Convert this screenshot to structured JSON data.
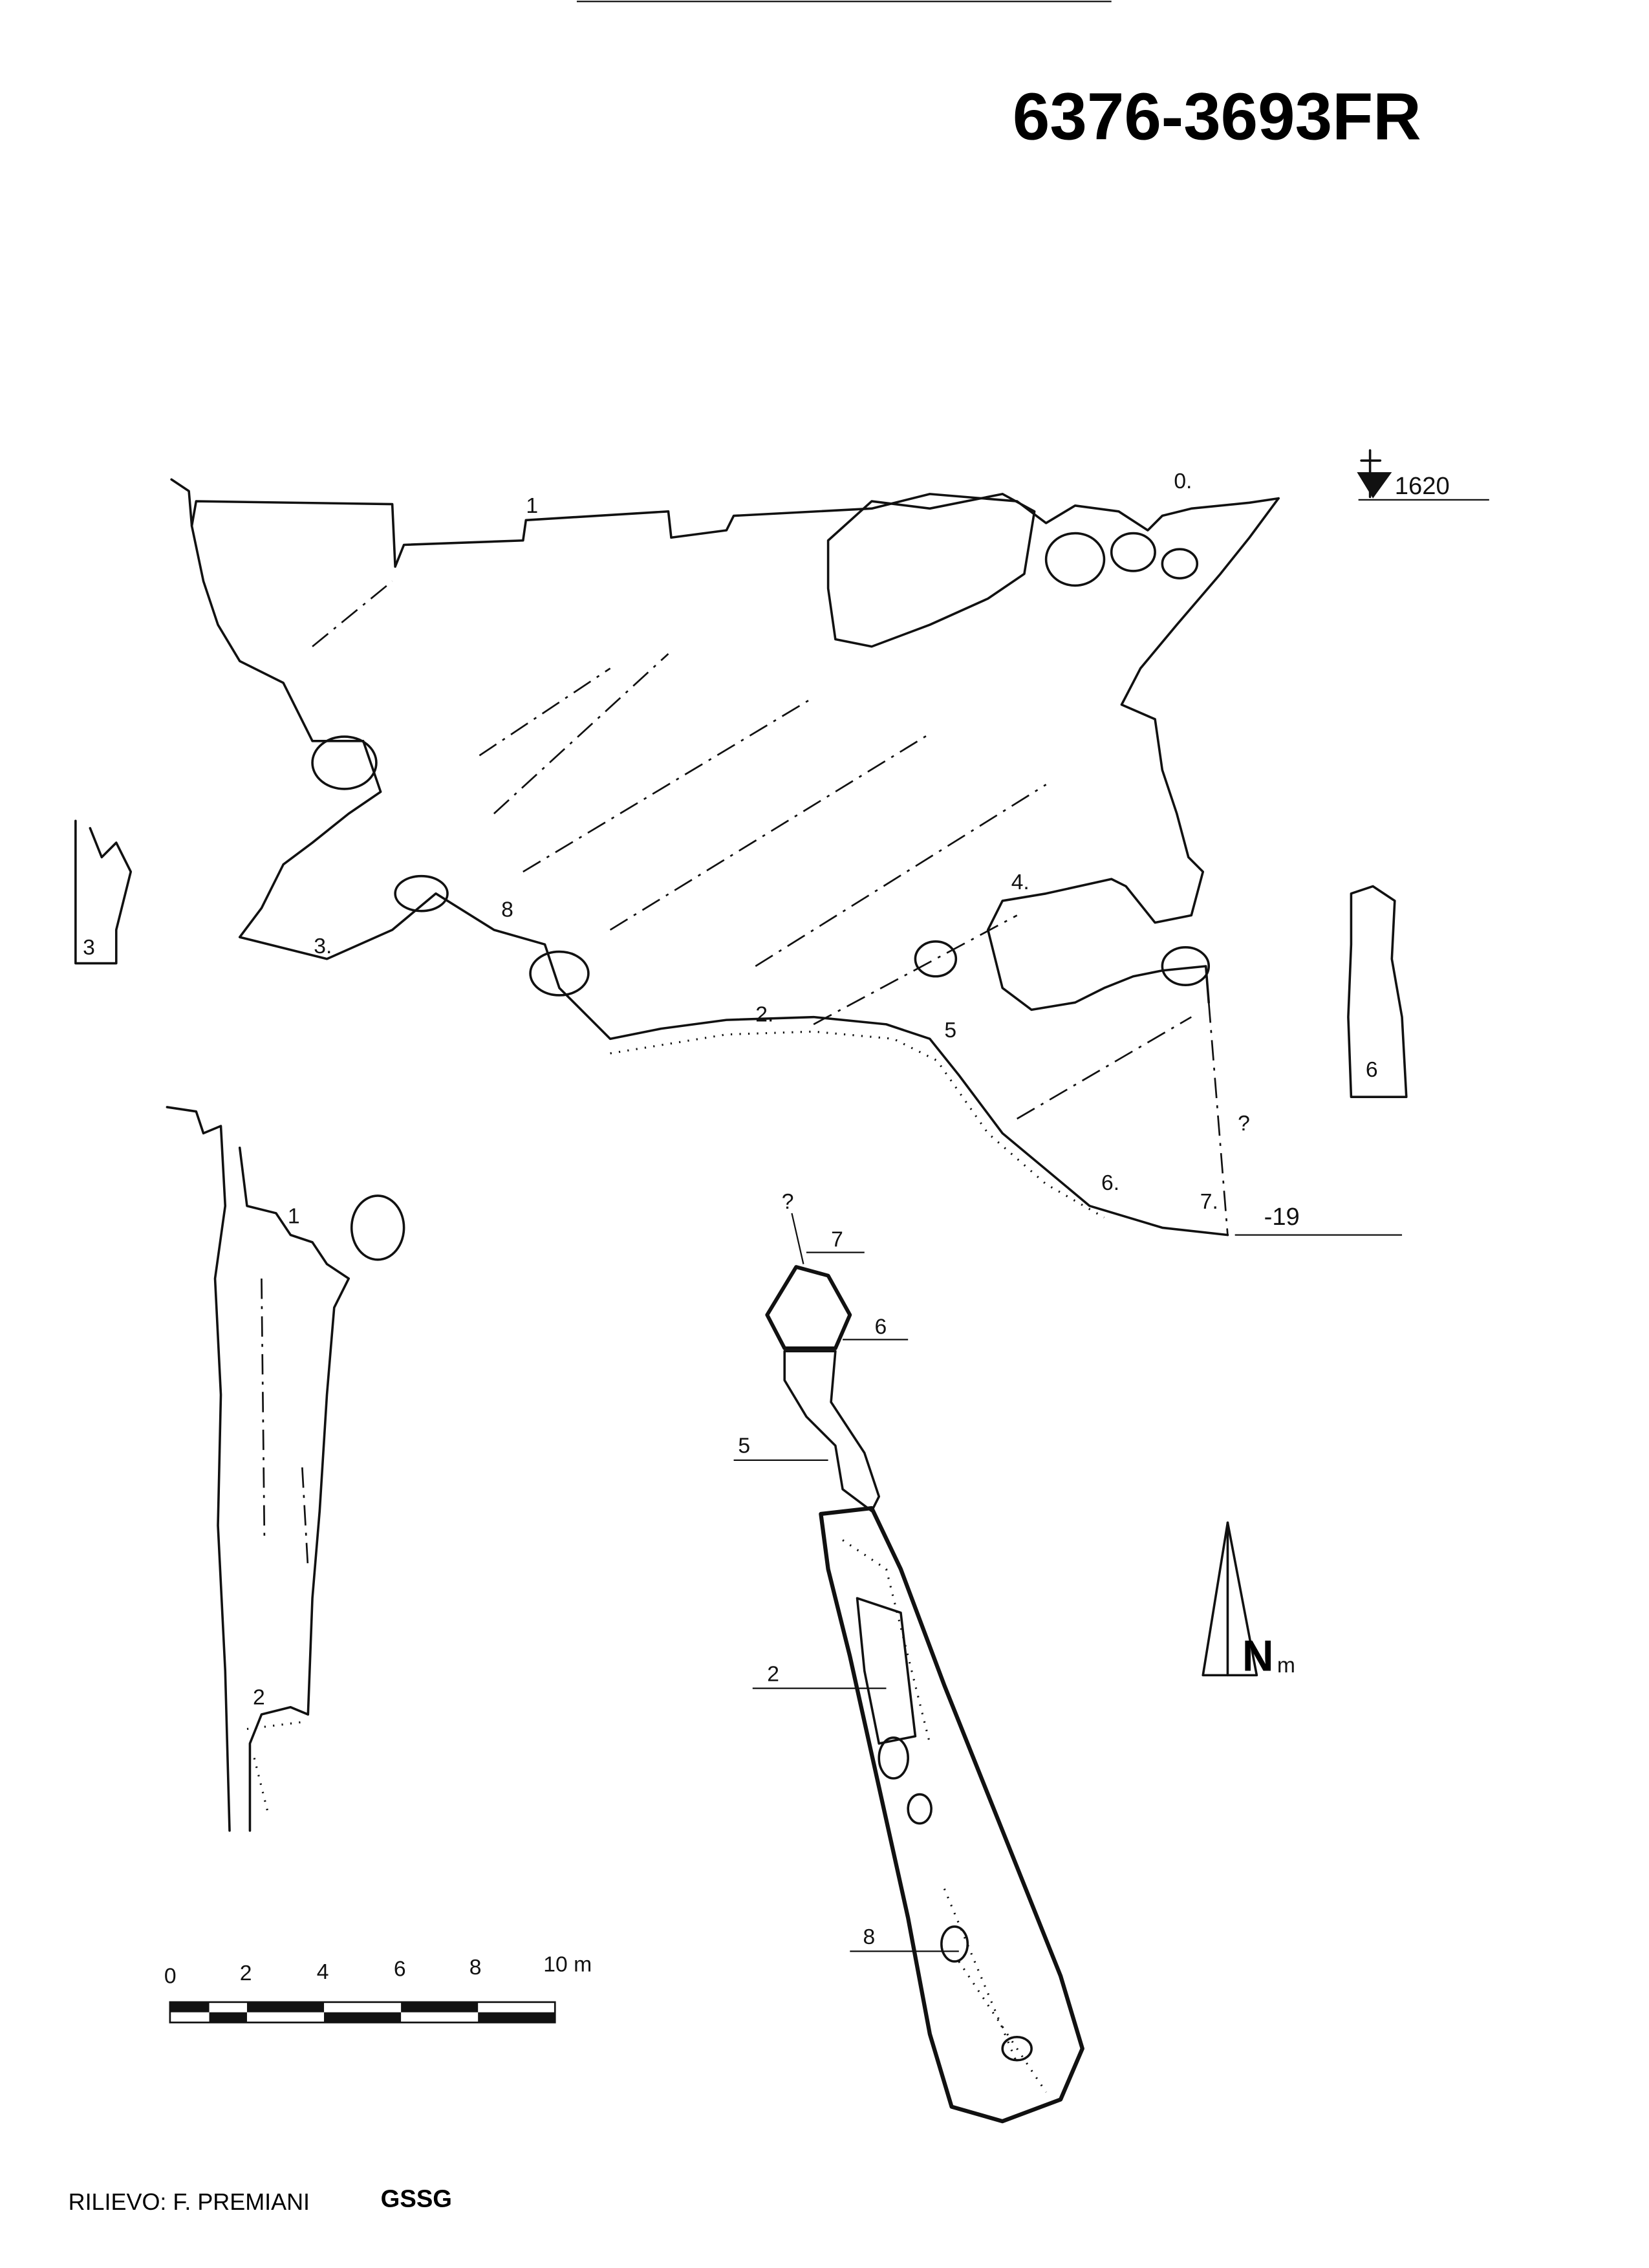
{
  "header": {
    "title": "6376-3693FR"
  },
  "profile": {
    "elevation": "1620",
    "depth": "-19",
    "stations": [
      "0.",
      "1",
      "2.",
      "3.",
      "4.",
      "5",
      "6.",
      "7.",
      "8"
    ],
    "unknown": "?"
  },
  "cross_sections": {
    "left_label": "3",
    "right_label": "6"
  },
  "long_section": {
    "stations": [
      "1",
      "2"
    ]
  },
  "plan": {
    "stations": [
      "7",
      "6",
      "5",
      "2",
      "8"
    ],
    "unknown": "?"
  },
  "north_arrow": {
    "letter": "N",
    "suffix": "m"
  },
  "scale_bar": {
    "ticks": [
      "0",
      "2",
      "4",
      "6",
      "8",
      "10 m"
    ]
  },
  "credits": {
    "text": "RILIEVO: F. PREMIANI",
    "group": "GSSG"
  }
}
